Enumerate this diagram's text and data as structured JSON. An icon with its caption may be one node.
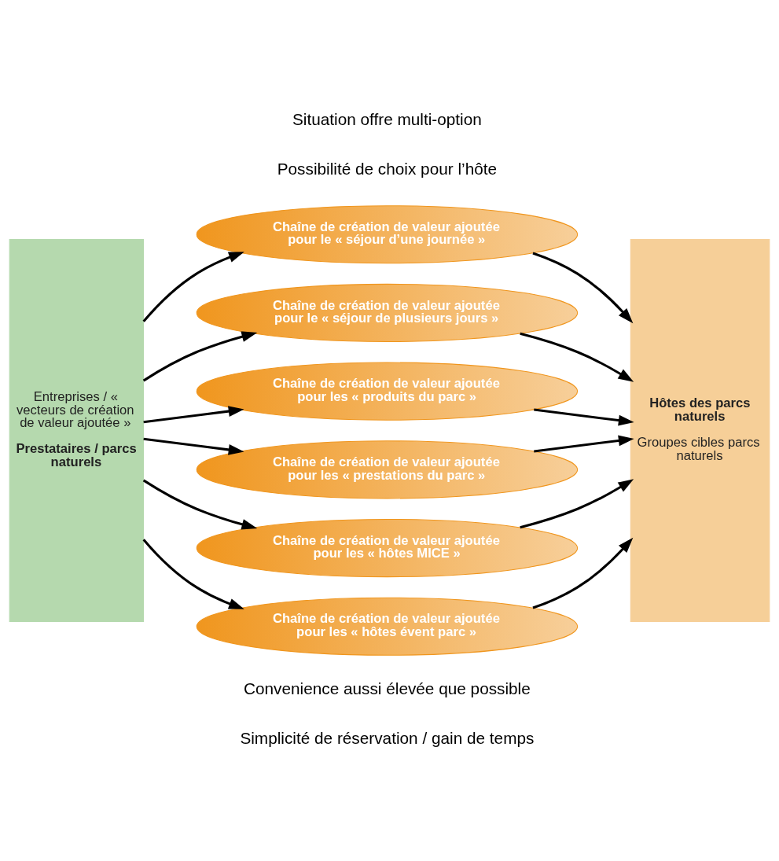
{
  "diagram": {
    "nodes": [
      {
        "text": [
          "Entreprises / « vecteurs de création de valeur ajoutée »",
          "Prestataires / parcs naturels"
        ]
      },
      {
        "text": [
          "Chaîne de création de valeur ajoutée pour le « séjour d’une journée »"
        ]
      },
      {
        "text": [
          "Chaîne de création de valeur ajoutée pour le « séjour de plusieurs jours »"
        ]
      },
      {
        "text": [
          "Chaîne de création de valeur ajoutée pour les « produits du parc »"
        ]
      },
      {
        "text": [
          "Chaîne de création de valeur ajoutée pour les « prestations du parc »"
        ]
      },
      {
        "text": [
          "Chaîne de création de valeur ajoutée pour les « hôtes MICE »"
        ]
      },
      {
        "text": [
          "Chaîne de création de valeur ajoutée pour les « hôtes évent parc »"
        ]
      },
      {
        "text": [
          "Hôtes des parcs naturels",
          "Groupes cibles parcs naturels"
        ]
      }
    ],
    "edges": [
      {
        "from": 0,
        "to": 1,
        "arrow": "to"
      },
      {
        "from": 1,
        "to": 7,
        "arrow": "to"
      },
      {
        "from": 0,
        "to": 2,
        "arrow": "to"
      },
      {
        "from": 2,
        "to": 7,
        "arrow": "to"
      },
      {
        "from": 0,
        "to": 3,
        "arrow": "to"
      },
      {
        "from": 3,
        "to": 7,
        "arrow": "to"
      },
      {
        "from": 0,
        "to": 4,
        "arrow": "to"
      },
      {
        "from": 4,
        "to": 7,
        "arrow": "to"
      },
      {
        "from": 0,
        "to": 5,
        "arrow": "to"
      },
      {
        "from": 5,
        "to": 7,
        "arrow": "to"
      },
      {
        "from": 0,
        "to": 6,
        "arrow": "to"
      },
      {
        "from": 6,
        "to": 7,
        "arrow": "to"
      }
    ],
    "labels": [
      "Situation offre multi-option",
      "Possibilité de choix pour l’hôte",
      "Convenience aussi élevée que possible",
      "Simplicité de réservation / gain de temps"
    ]
  }
}
